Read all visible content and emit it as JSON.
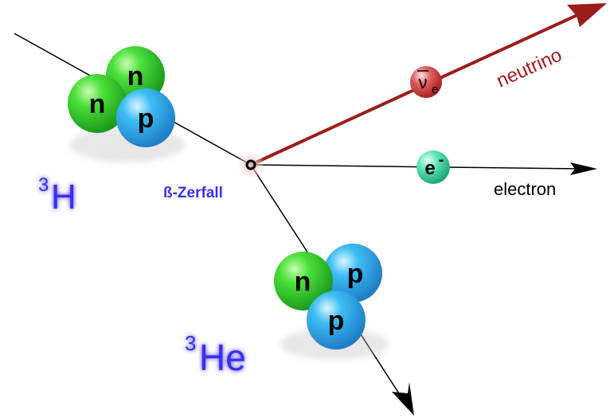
{
  "colors": {
    "neutron_green": "#2fd12f",
    "proton_blue": "#28a9ec",
    "antineutrino_red": "#c22a2a",
    "electron_teal": "#33d9a8",
    "neutrino_arrow": "#9b1c1c",
    "label_blue": "#3a2ff0",
    "line_black": "#000000"
  },
  "tritium": {
    "label_mass": "3",
    "label_symbol": "H",
    "nucleons": [
      "n",
      "n",
      "p"
    ]
  },
  "helium3": {
    "label_mass": "3",
    "label_symbol": "He",
    "nucleons": [
      "n",
      "p",
      "p"
    ]
  },
  "decay": {
    "label": "ß-Zerfall"
  },
  "neutrino": {
    "label": "neutrino",
    "symbol": "ν",
    "subscript": "e"
  },
  "electron": {
    "label": "electron",
    "symbol": "e",
    "charge": "-"
  }
}
